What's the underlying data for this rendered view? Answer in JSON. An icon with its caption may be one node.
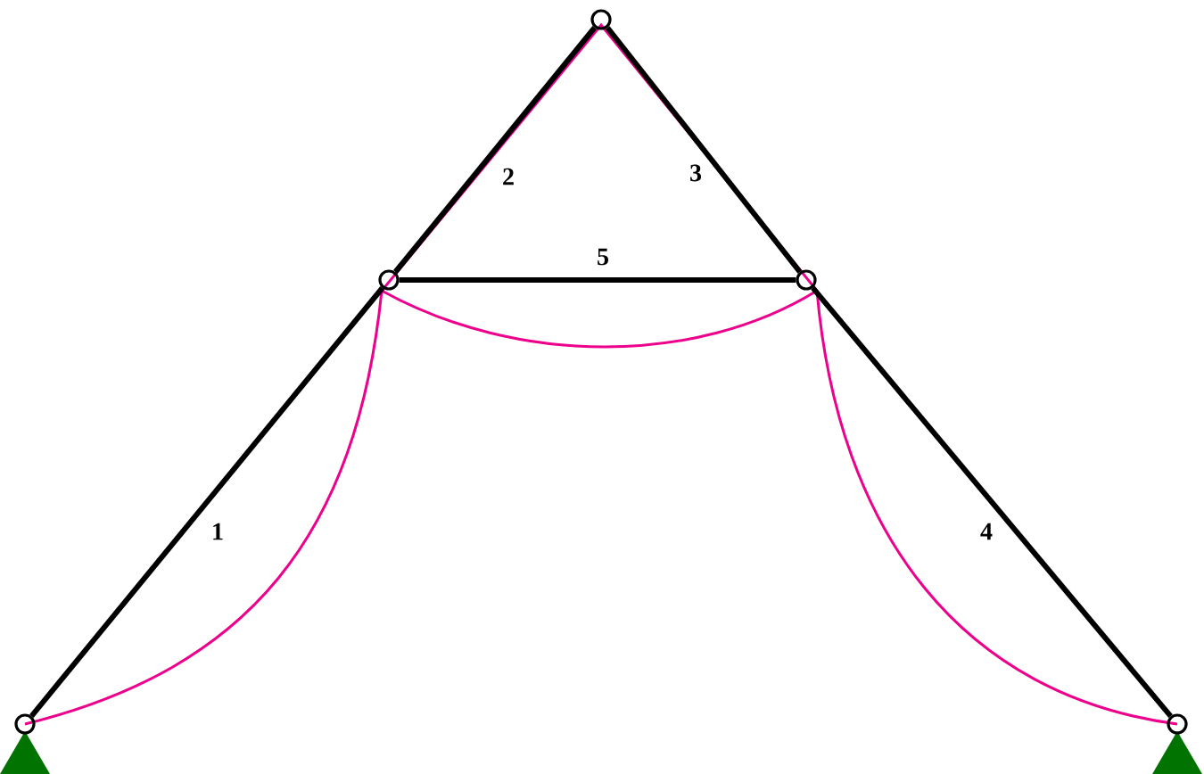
{
  "diagram": {
    "nodes": [
      {
        "text": [],
        "shape": "circle"
      },
      {
        "text": [],
        "shape": "circle"
      },
      {
        "text": [],
        "shape": "circle"
      },
      {
        "text": [],
        "shape": "circle"
      },
      {
        "text": [],
        "shape": "circle"
      }
    ],
    "edges": [
      {
        "from": 3,
        "to": 1,
        "arrow": "none",
        "label": "1"
      },
      {
        "from": 1,
        "to": 0,
        "arrow": "none",
        "label": "2"
      },
      {
        "from": 0,
        "to": 2,
        "arrow": "none",
        "label": "3"
      },
      {
        "from": 2,
        "to": 4,
        "arrow": "none",
        "label": "4"
      },
      {
        "from": 1,
        "to": 2,
        "arrow": "none",
        "label": "5"
      }
    ]
  }
}
